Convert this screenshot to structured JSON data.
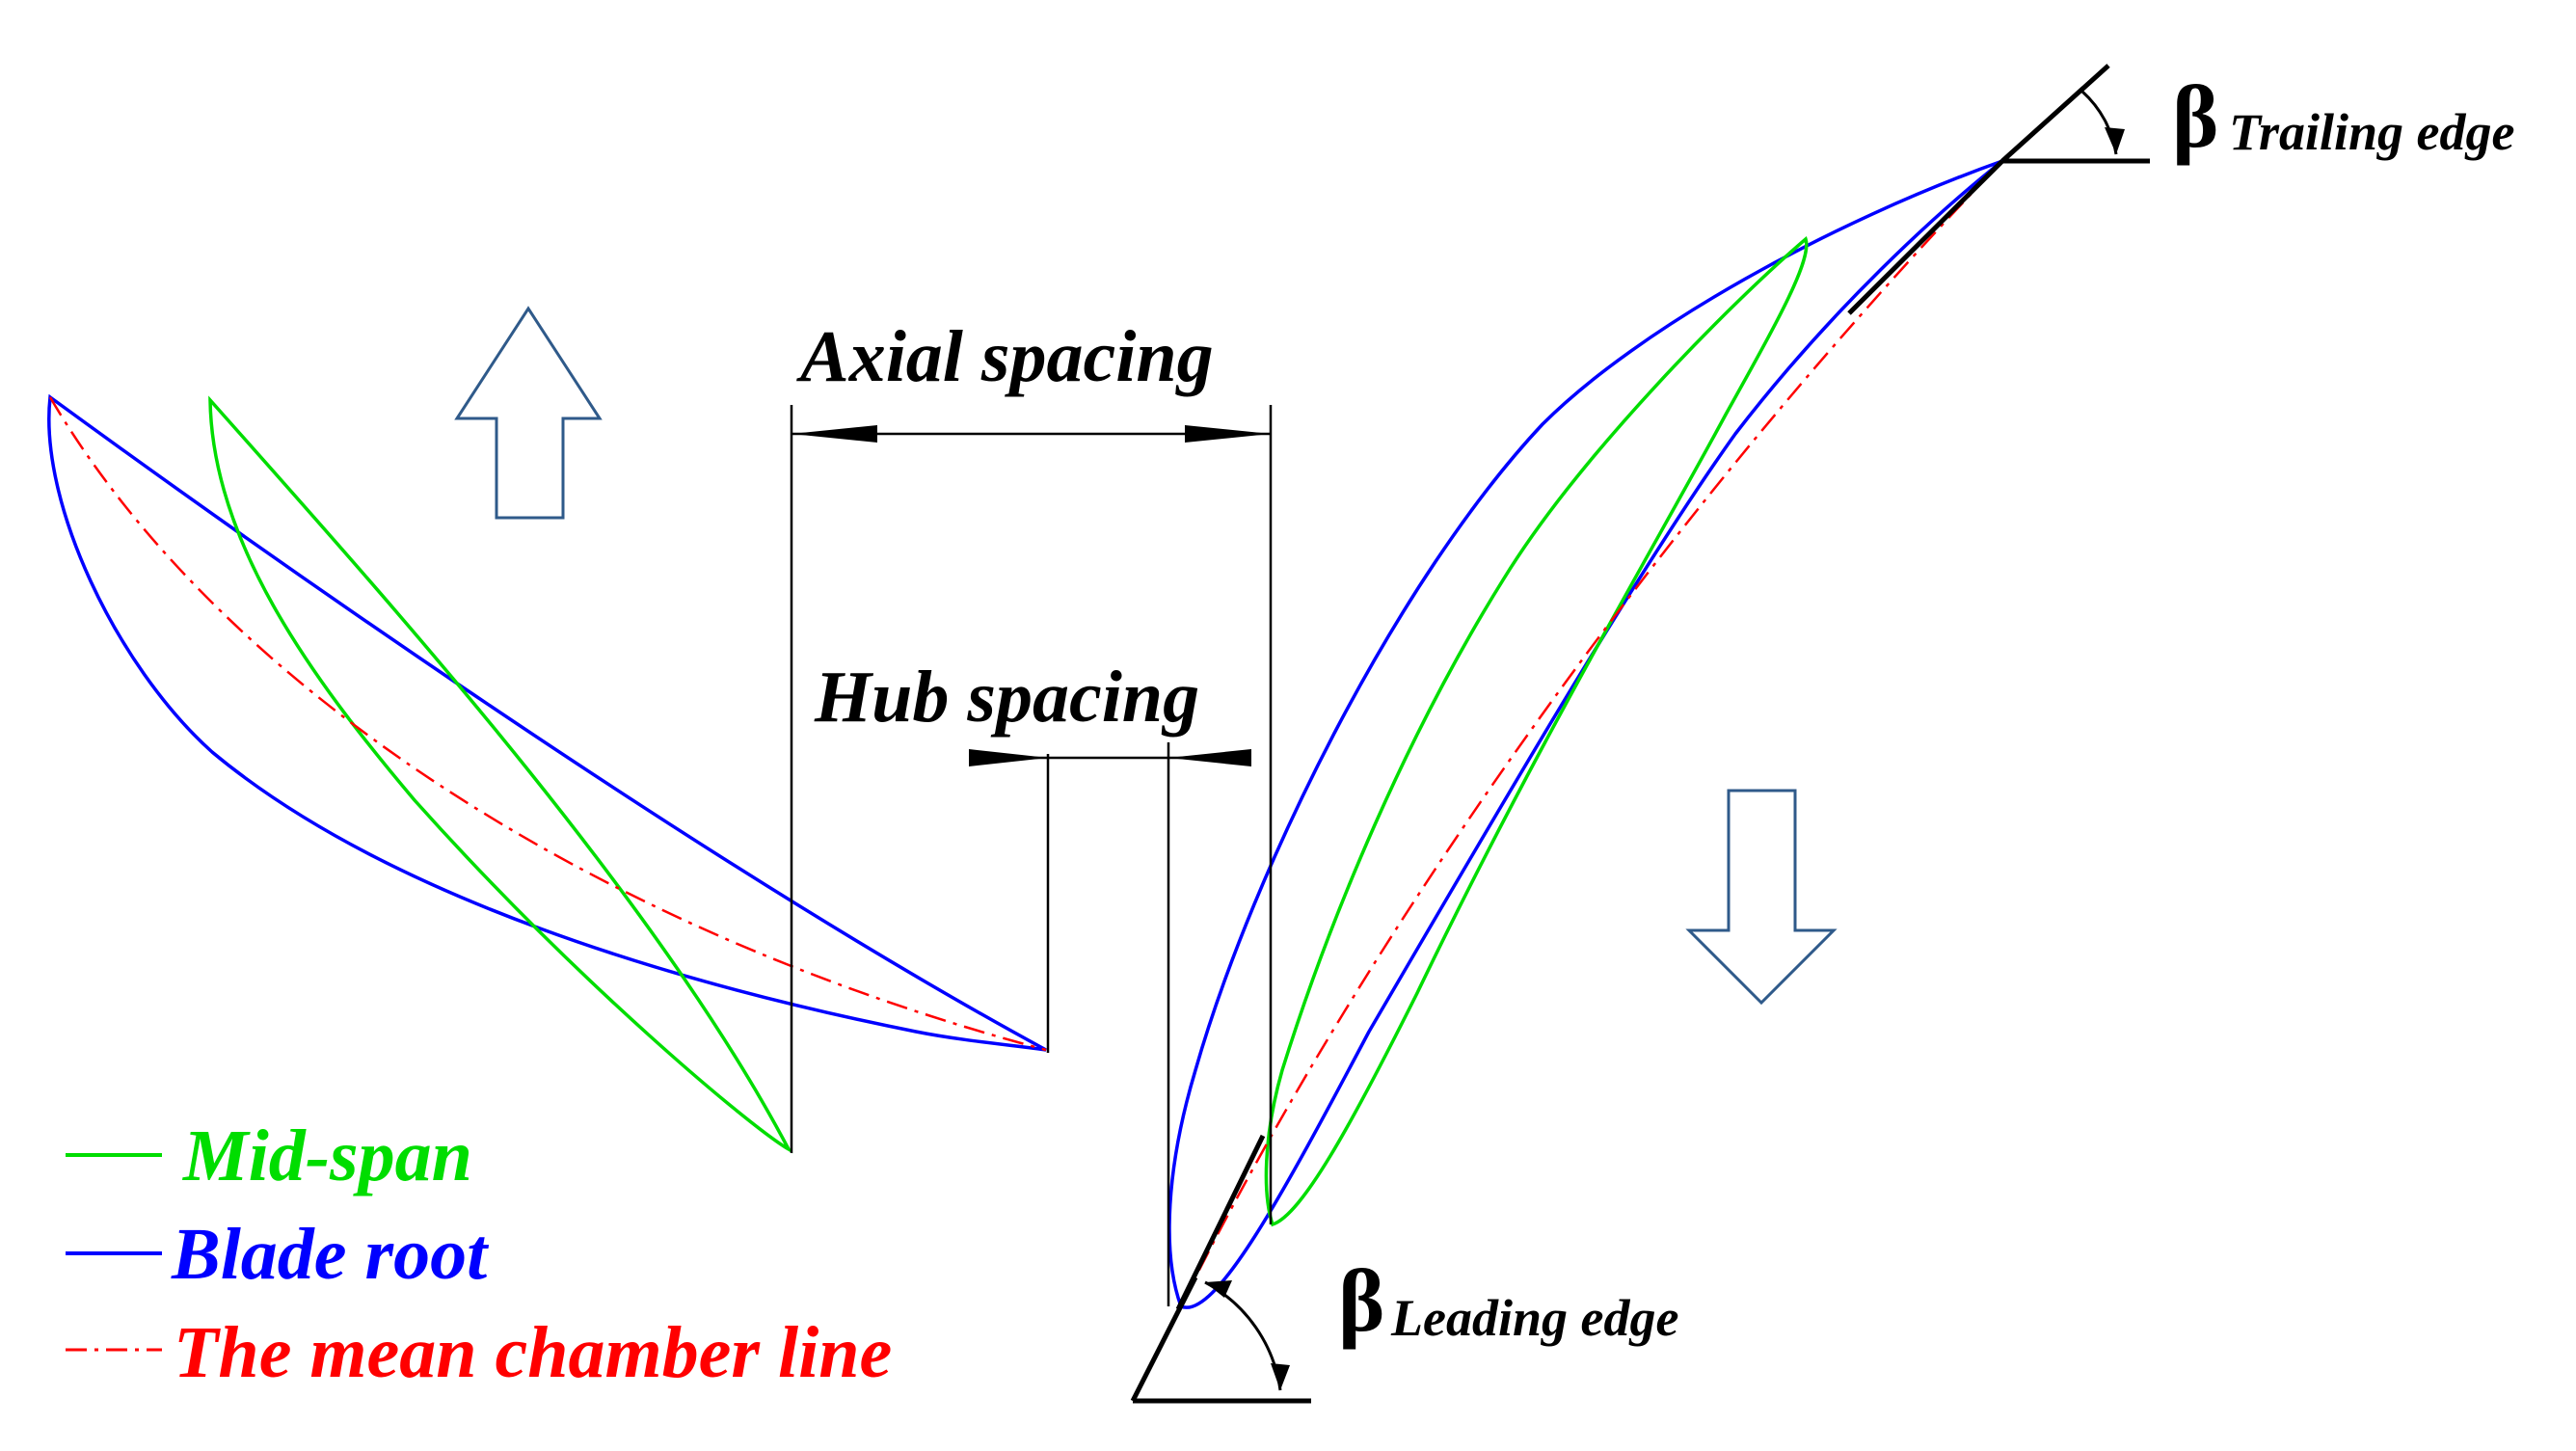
{
  "labels": {
    "axial_spacing": "Axial spacing",
    "hub_spacing": "Hub spacing",
    "beta_symbol": "β",
    "trailing_edge_sub": "Trailing edge",
    "leading_edge_sub": "Leading edge"
  },
  "legend": [
    {
      "label": "Mid-span",
      "color": "#00dd00",
      "line": "solid"
    },
    {
      "label": "Blade root",
      "color": "#0000ff",
      "line": "solid"
    },
    {
      "label": "The mean chamber line",
      "color": "#ff0000",
      "line": "dash-dot"
    }
  ],
  "colors": {
    "mid_span": "#00dd00",
    "blade_root": "#0000ff",
    "mean_camber": "#ff0000",
    "flow_arrow": "#2f5a8a",
    "dimension": "#000000"
  },
  "icons": {
    "flow_arrow_up": "arrow-up-outline",
    "flow_arrow_down": "arrow-down-outline"
  }
}
